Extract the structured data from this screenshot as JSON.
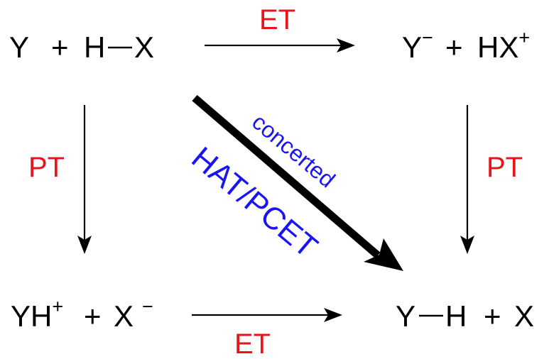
{
  "species": {
    "top_left": {
      "y": "Y",
      "plus": "+",
      "h": "H",
      "x": "X"
    },
    "top_right": {
      "y": "Y",
      "charge_y": "−",
      "plus": "+",
      "hx": "HX",
      "charge_hx": "+"
    },
    "bottom_left": {
      "yh": "YH",
      "charge_yh": "+",
      "plus": "+",
      "x": "X",
      "charge_x": "−"
    },
    "bottom_right": {
      "y": "Y",
      "h": "H",
      "plus": "+",
      "x": "X"
    }
  },
  "labels": {
    "et_top": "ET",
    "et_bottom": "ET",
    "pt_left": "PT",
    "pt_right": "PT",
    "concerted": "concerted",
    "hat_pcet": "HAT/PCET"
  },
  "colors": {
    "red": "#e8141b",
    "blue": "#1a14f5",
    "black": "#000000"
  }
}
